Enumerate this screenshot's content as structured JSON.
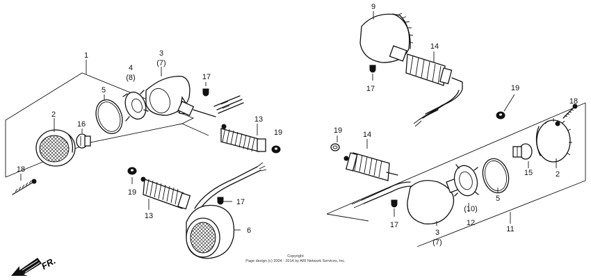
{
  "callouts": {
    "c1": "1",
    "c2a": "2",
    "c3a": "3",
    "c7a": "(7)",
    "c4": "4",
    "c8": "(8)",
    "c5a": "5",
    "c16": "16",
    "c17a": "17",
    "c18a": "18",
    "c13a": "13",
    "c19a": "19",
    "c19b": "19",
    "c13b": "13",
    "c17b": "17",
    "c6": "6",
    "c9": "9",
    "c14a": "14",
    "c17c": "17",
    "c19c": "19",
    "c18b": "18",
    "c19d": "19",
    "c14b": "14",
    "c2b": "2",
    "c15": "15",
    "c5b": "5",
    "c10": "(10)",
    "c12": "12",
    "c17d": "17",
    "c3b": "3",
    "c7b": "(7)",
    "c11": "11"
  },
  "fr_label": "FR.",
  "copyright": {
    "line1": "Copyright",
    "line2": "Page design (c) 2004 - 2014 by ARI Network Services, Inc."
  },
  "icons": {
    "direction_arrow": "arrow-left-down-icon"
  }
}
